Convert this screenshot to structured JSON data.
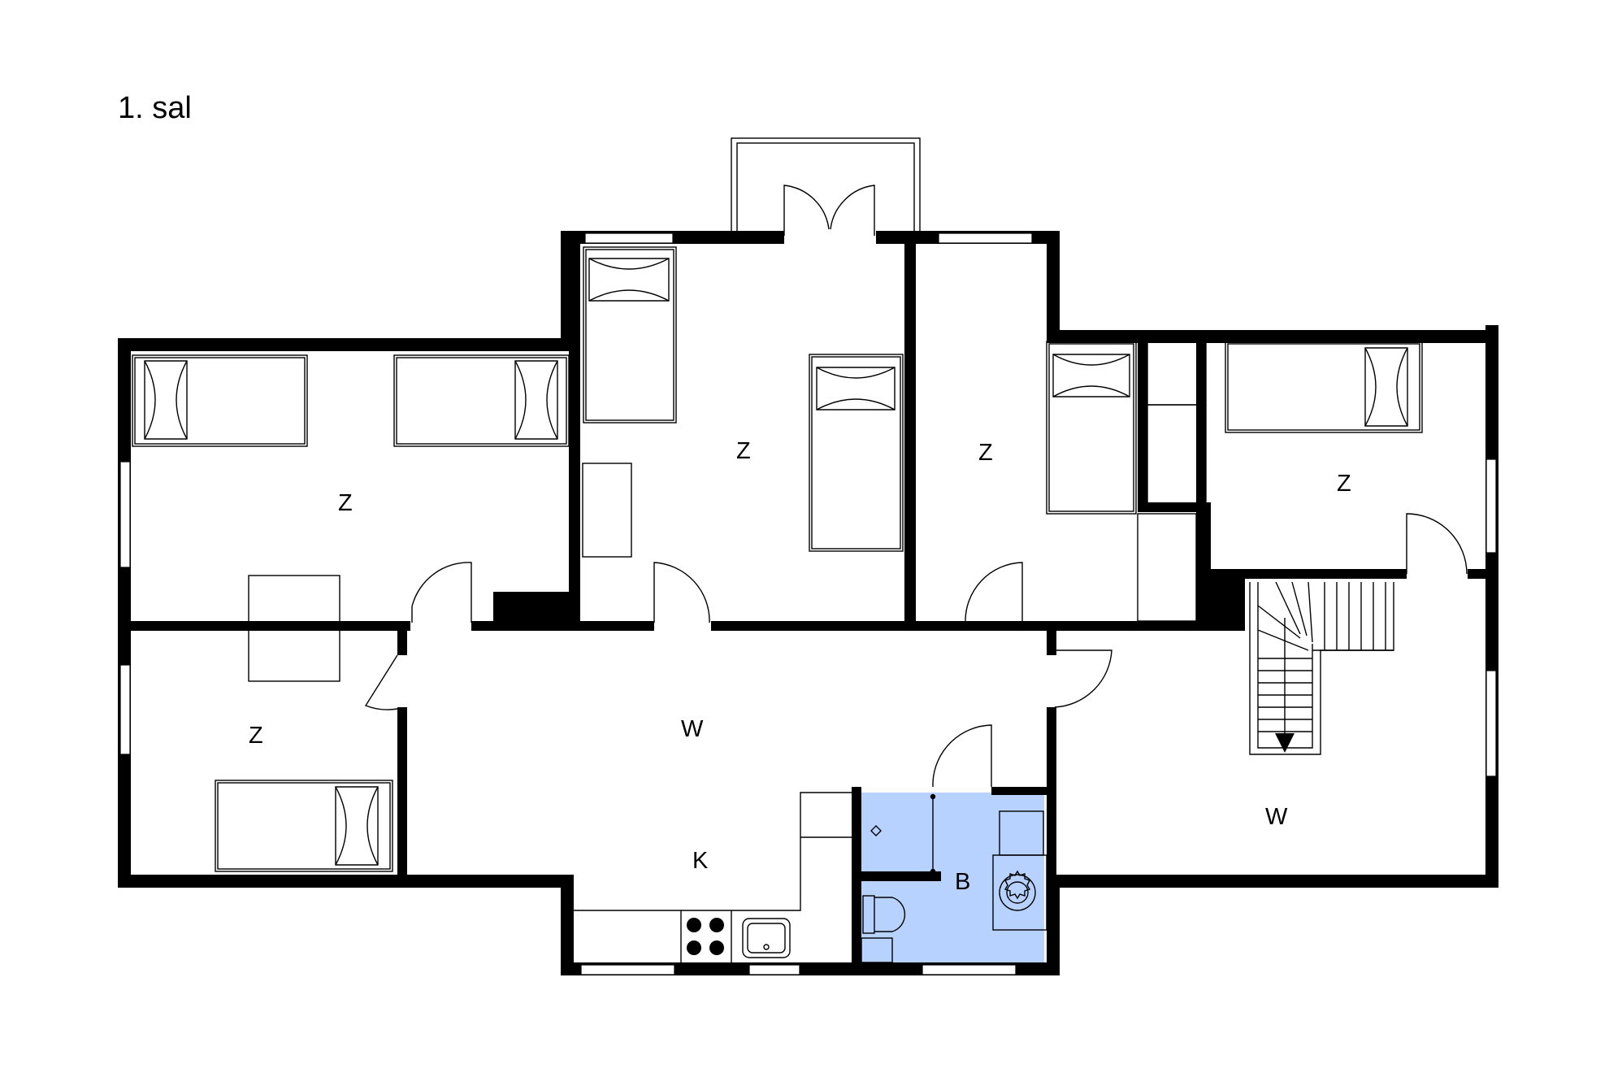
{
  "floor_title": "1. sal",
  "colors": {
    "wall": "#000000",
    "bathroom_fill": "#b7d2ff",
    "background": "#ffffff"
  },
  "rooms": [
    {
      "id": "bedroom-1",
      "label": "Z"
    },
    {
      "id": "bedroom-2",
      "label": "Z"
    },
    {
      "id": "bedroom-3",
      "label": "Z"
    },
    {
      "id": "bedroom-4",
      "label": "Z"
    },
    {
      "id": "bedroom-5",
      "label": "Z"
    },
    {
      "id": "hall",
      "label": "W"
    },
    {
      "id": "kitchen",
      "label": "K"
    },
    {
      "id": "bathroom",
      "label": "B"
    },
    {
      "id": "stair-room",
      "label": "W"
    }
  ]
}
